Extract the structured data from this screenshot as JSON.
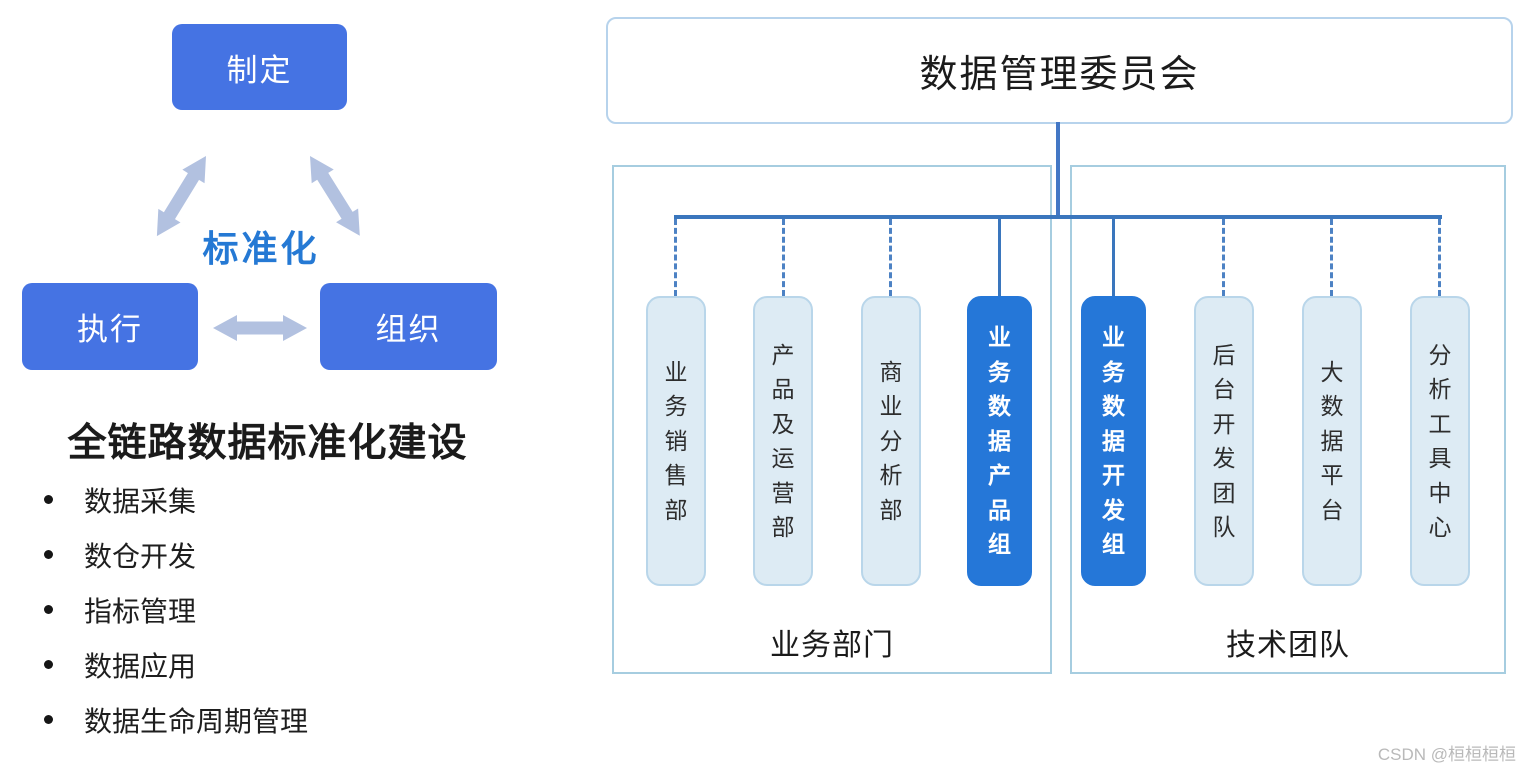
{
  "standardization_cycle": {
    "top_box": "制定",
    "left_box": "执行",
    "right_box": "组织",
    "center_label": "标准化"
  },
  "construction_panel": {
    "title": "全链路数据标准化建设",
    "bullets": [
      "数据采集",
      "数仓开发",
      "指标管理",
      "数据应用",
      "数据生命周期管理"
    ]
  },
  "org_chart": {
    "root_label": "数据管理委员会",
    "groups": [
      {
        "label": "业务部门",
        "members": [
          {
            "name": "业务销售部",
            "highlighted": false,
            "connector": "dashed"
          },
          {
            "name": "产品及运营部",
            "highlighted": false,
            "connector": "dashed"
          },
          {
            "name": "商业分析部",
            "highlighted": false,
            "connector": "dashed"
          },
          {
            "name": "业务数据产品组",
            "highlighted": true,
            "connector": "solid"
          }
        ]
      },
      {
        "label": "技术团队",
        "members": [
          {
            "name": "业务数据开发组",
            "highlighted": true,
            "connector": "solid"
          },
          {
            "name": "后台开发团队",
            "highlighted": false,
            "connector": "dashed"
          },
          {
            "name": "大数据平台",
            "highlighted": false,
            "connector": "dashed"
          },
          {
            "name": "分析工具中心",
            "highlighted": false,
            "connector": "dashed"
          }
        ]
      }
    ]
  },
  "colors": {
    "cycle_box_blue": "#4573e3",
    "cycle_arrow_gray_blue": "#b2c1e0",
    "standardization_text_blue": "#2579d4",
    "highlight_pill_blue": "#2577d8",
    "member_pill_fill": "#ddebf4",
    "member_pill_border": "#b9d6ea",
    "connector_blue": "#3a76bd",
    "group_border_blue": "#a6cde0",
    "root_border_blue": "#b7d3ec"
  },
  "watermark": "CSDN @桓桓桓桓"
}
